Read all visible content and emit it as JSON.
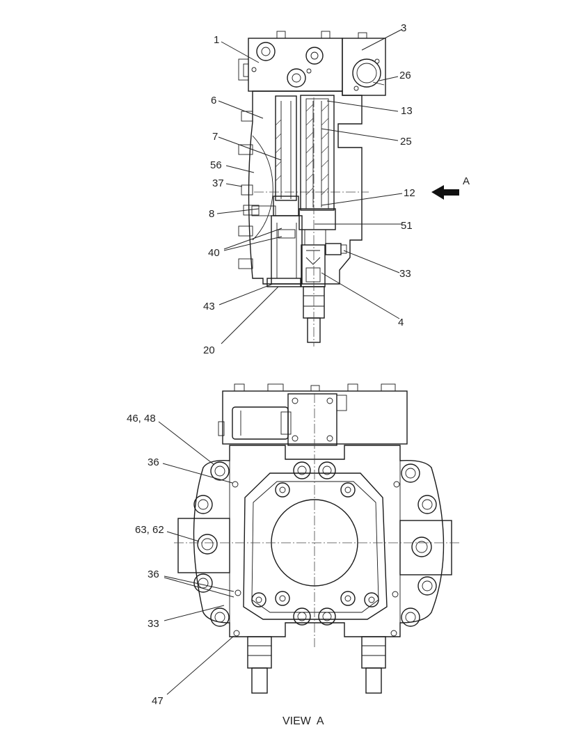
{
  "top_view": {
    "view_marker": "A",
    "callouts": [
      {
        "id": "c1",
        "text": "1"
      },
      {
        "id": "c3",
        "text": "3"
      },
      {
        "id": "c26",
        "text": "26"
      },
      {
        "id": "c6",
        "text": "6"
      },
      {
        "id": "c13",
        "text": "13"
      },
      {
        "id": "c7",
        "text": "7"
      },
      {
        "id": "c25",
        "text": "25"
      },
      {
        "id": "c56",
        "text": "56"
      },
      {
        "id": "c37",
        "text": "37"
      },
      {
        "id": "c12",
        "text": "12"
      },
      {
        "id": "c8",
        "text": "8"
      },
      {
        "id": "c51",
        "text": "51"
      },
      {
        "id": "c40",
        "text": "40"
      },
      {
        "id": "c33t",
        "text": "33"
      },
      {
        "id": "c43",
        "text": "43"
      },
      {
        "id": "c4",
        "text": "4"
      },
      {
        "id": "c20",
        "text": "20"
      }
    ]
  },
  "view_a": {
    "caption": "VIEW  A",
    "callouts": [
      {
        "id": "c4648",
        "text": "46, 48"
      },
      {
        "id": "c36a",
        "text": "36"
      },
      {
        "id": "c6362",
        "text": "63, 62"
      },
      {
        "id": "c36b",
        "text": "36"
      },
      {
        "id": "c33b",
        "text": "33"
      },
      {
        "id": "c47",
        "text": "47"
      }
    ]
  }
}
